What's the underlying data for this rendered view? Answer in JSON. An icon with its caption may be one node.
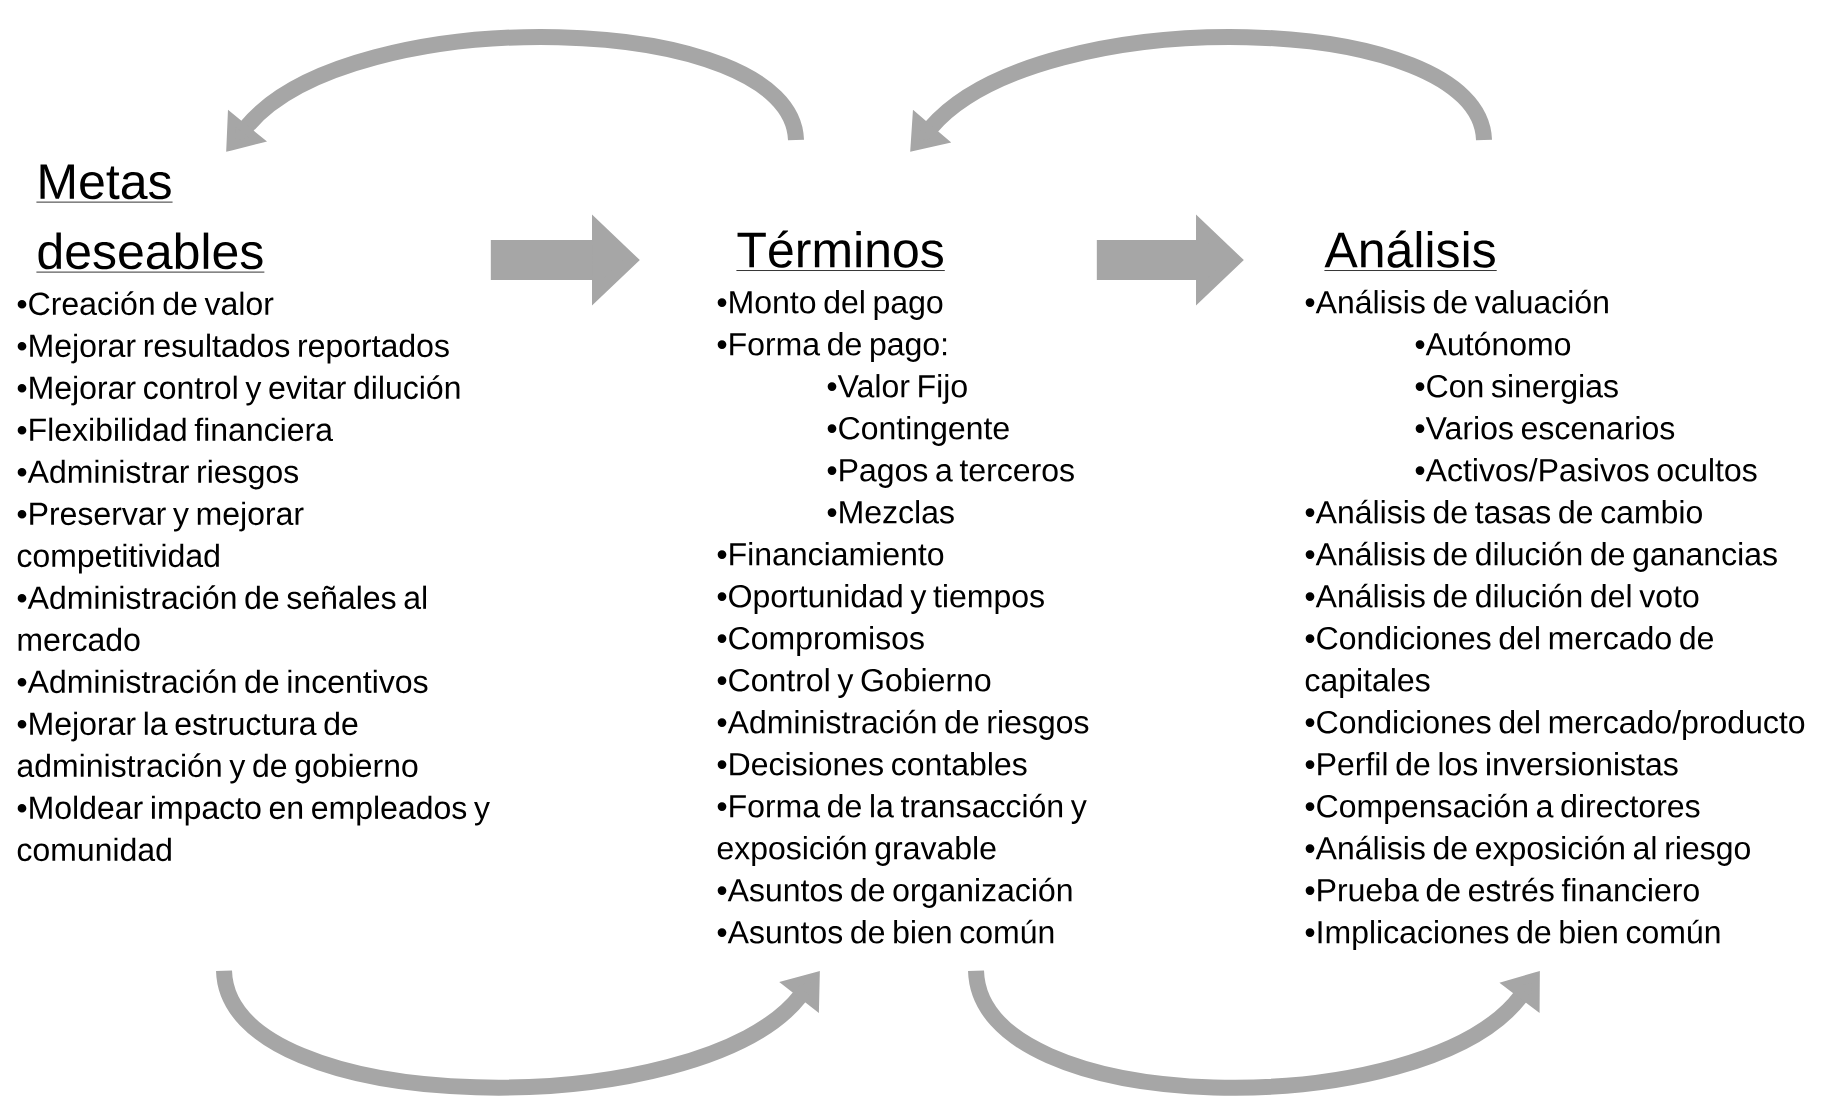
{
  "diagram": {
    "nodes": [
      {
        "text": [
          "Metas deseables",
          "•Creación de valor",
          "•Mejorar resultados reportados",
          "•Mejorar control y evitar dilución",
          "•Flexibilidad financiera",
          "•Administrar riesgos",
          "•Preservar y mejorar competitividad",
          "•Administración de señales al mercado",
          "•Administración de incentivos",
          "•Mejorar la estructura de administración y de gobierno",
          "•Moldear impacto en empleados y comunidad"
        ]
      },
      {
        "text": [
          "Términos",
          "•Monto del pago",
          "•Forma de pago:",
          "•Valor Fijo",
          "•Contingente",
          "•Pagos a terceros",
          "•Mezclas",
          "•Financiamiento",
          "•Oportunidad y tiempos",
          "•Compromisos",
          "•Control y Gobierno",
          "•Administración de riesgos",
          "•Decisiones contables",
          "•Forma de la transacción y exposición gravable",
          "•Asuntos de organización",
          "•Asuntos de bien común"
        ]
      },
      {
        "text": [
          "Análisis",
          "•Análisis de valuación",
          "•Autónomo",
          "•Con sinergias",
          "•Varios escenarios",
          "•Activos/Pasivos ocultos",
          "•Análisis de tasas de cambio",
          "•Análisis de dilución de ganancias",
          "•Análisis de dilución del voto",
          "•Condiciones del mercado de capitales",
          "•Condiciones del mercado/producto",
          "•Perfil de los inversionistas",
          "•Compensación a directores",
          "•Análisis de exposición al riesgo",
          "•Prueba de estrés financiero",
          "•Implicaciones de bien común"
        ]
      }
    ],
    "edges": [
      {
        "from": 0,
        "to": 1,
        "arrow": "to",
        "style": "thick"
      },
      {
        "from": 1,
        "to": 2,
        "arrow": "to",
        "style": "thick"
      },
      {
        "from": 1,
        "to": 0,
        "arrow": "to"
      },
      {
        "from": 2,
        "to": 1,
        "arrow": "to"
      },
      {
        "from": 0,
        "to": 1,
        "arrow": "to"
      },
      {
        "from": 1,
        "to": 2,
        "arrow": "to"
      }
    ]
  }
}
